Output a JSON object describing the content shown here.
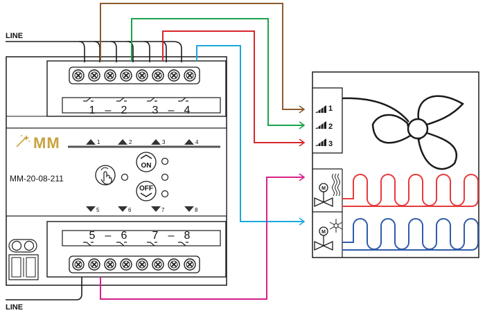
{
  "labels": {
    "line_top": "LINE",
    "line_bottom": "LINE",
    "model": "MM-20-08-211",
    "logo": "MM",
    "on_button": "ON",
    "off_button": "OFF"
  },
  "relay_groups_top": [
    {
      "a": "1",
      "dash": "–",
      "b": "2"
    },
    {
      "a": "3",
      "dash": "–",
      "b": "4"
    }
  ],
  "relay_groups_bottom": [
    {
      "a": "5",
      "dash": "–",
      "b": "6"
    },
    {
      "a": "7",
      "dash": "–",
      "b": "8"
    }
  ],
  "indicators_top": [
    "1",
    "2",
    "3",
    "4"
  ],
  "indicators_bottom": [
    "5",
    "6",
    "7",
    "8"
  ],
  "fan_speeds": [
    "1",
    "2",
    "3"
  ],
  "wire_colors": {
    "brown": "#8B5A2B",
    "green": "#1AA34A",
    "red": "#D7262B",
    "cyan": "#19A8DD",
    "magenta": "#D6208A",
    "heating": "#E8393B",
    "cooling": "#2D5BA8"
  },
  "icons": {
    "fan": "fan-icon",
    "heat": "heat-waves-icon",
    "cool": "snowflake-icon",
    "valve": "motor-valve-icon",
    "touch": "touch-hand-icon",
    "logo": "sparkle-logo-icon"
  }
}
